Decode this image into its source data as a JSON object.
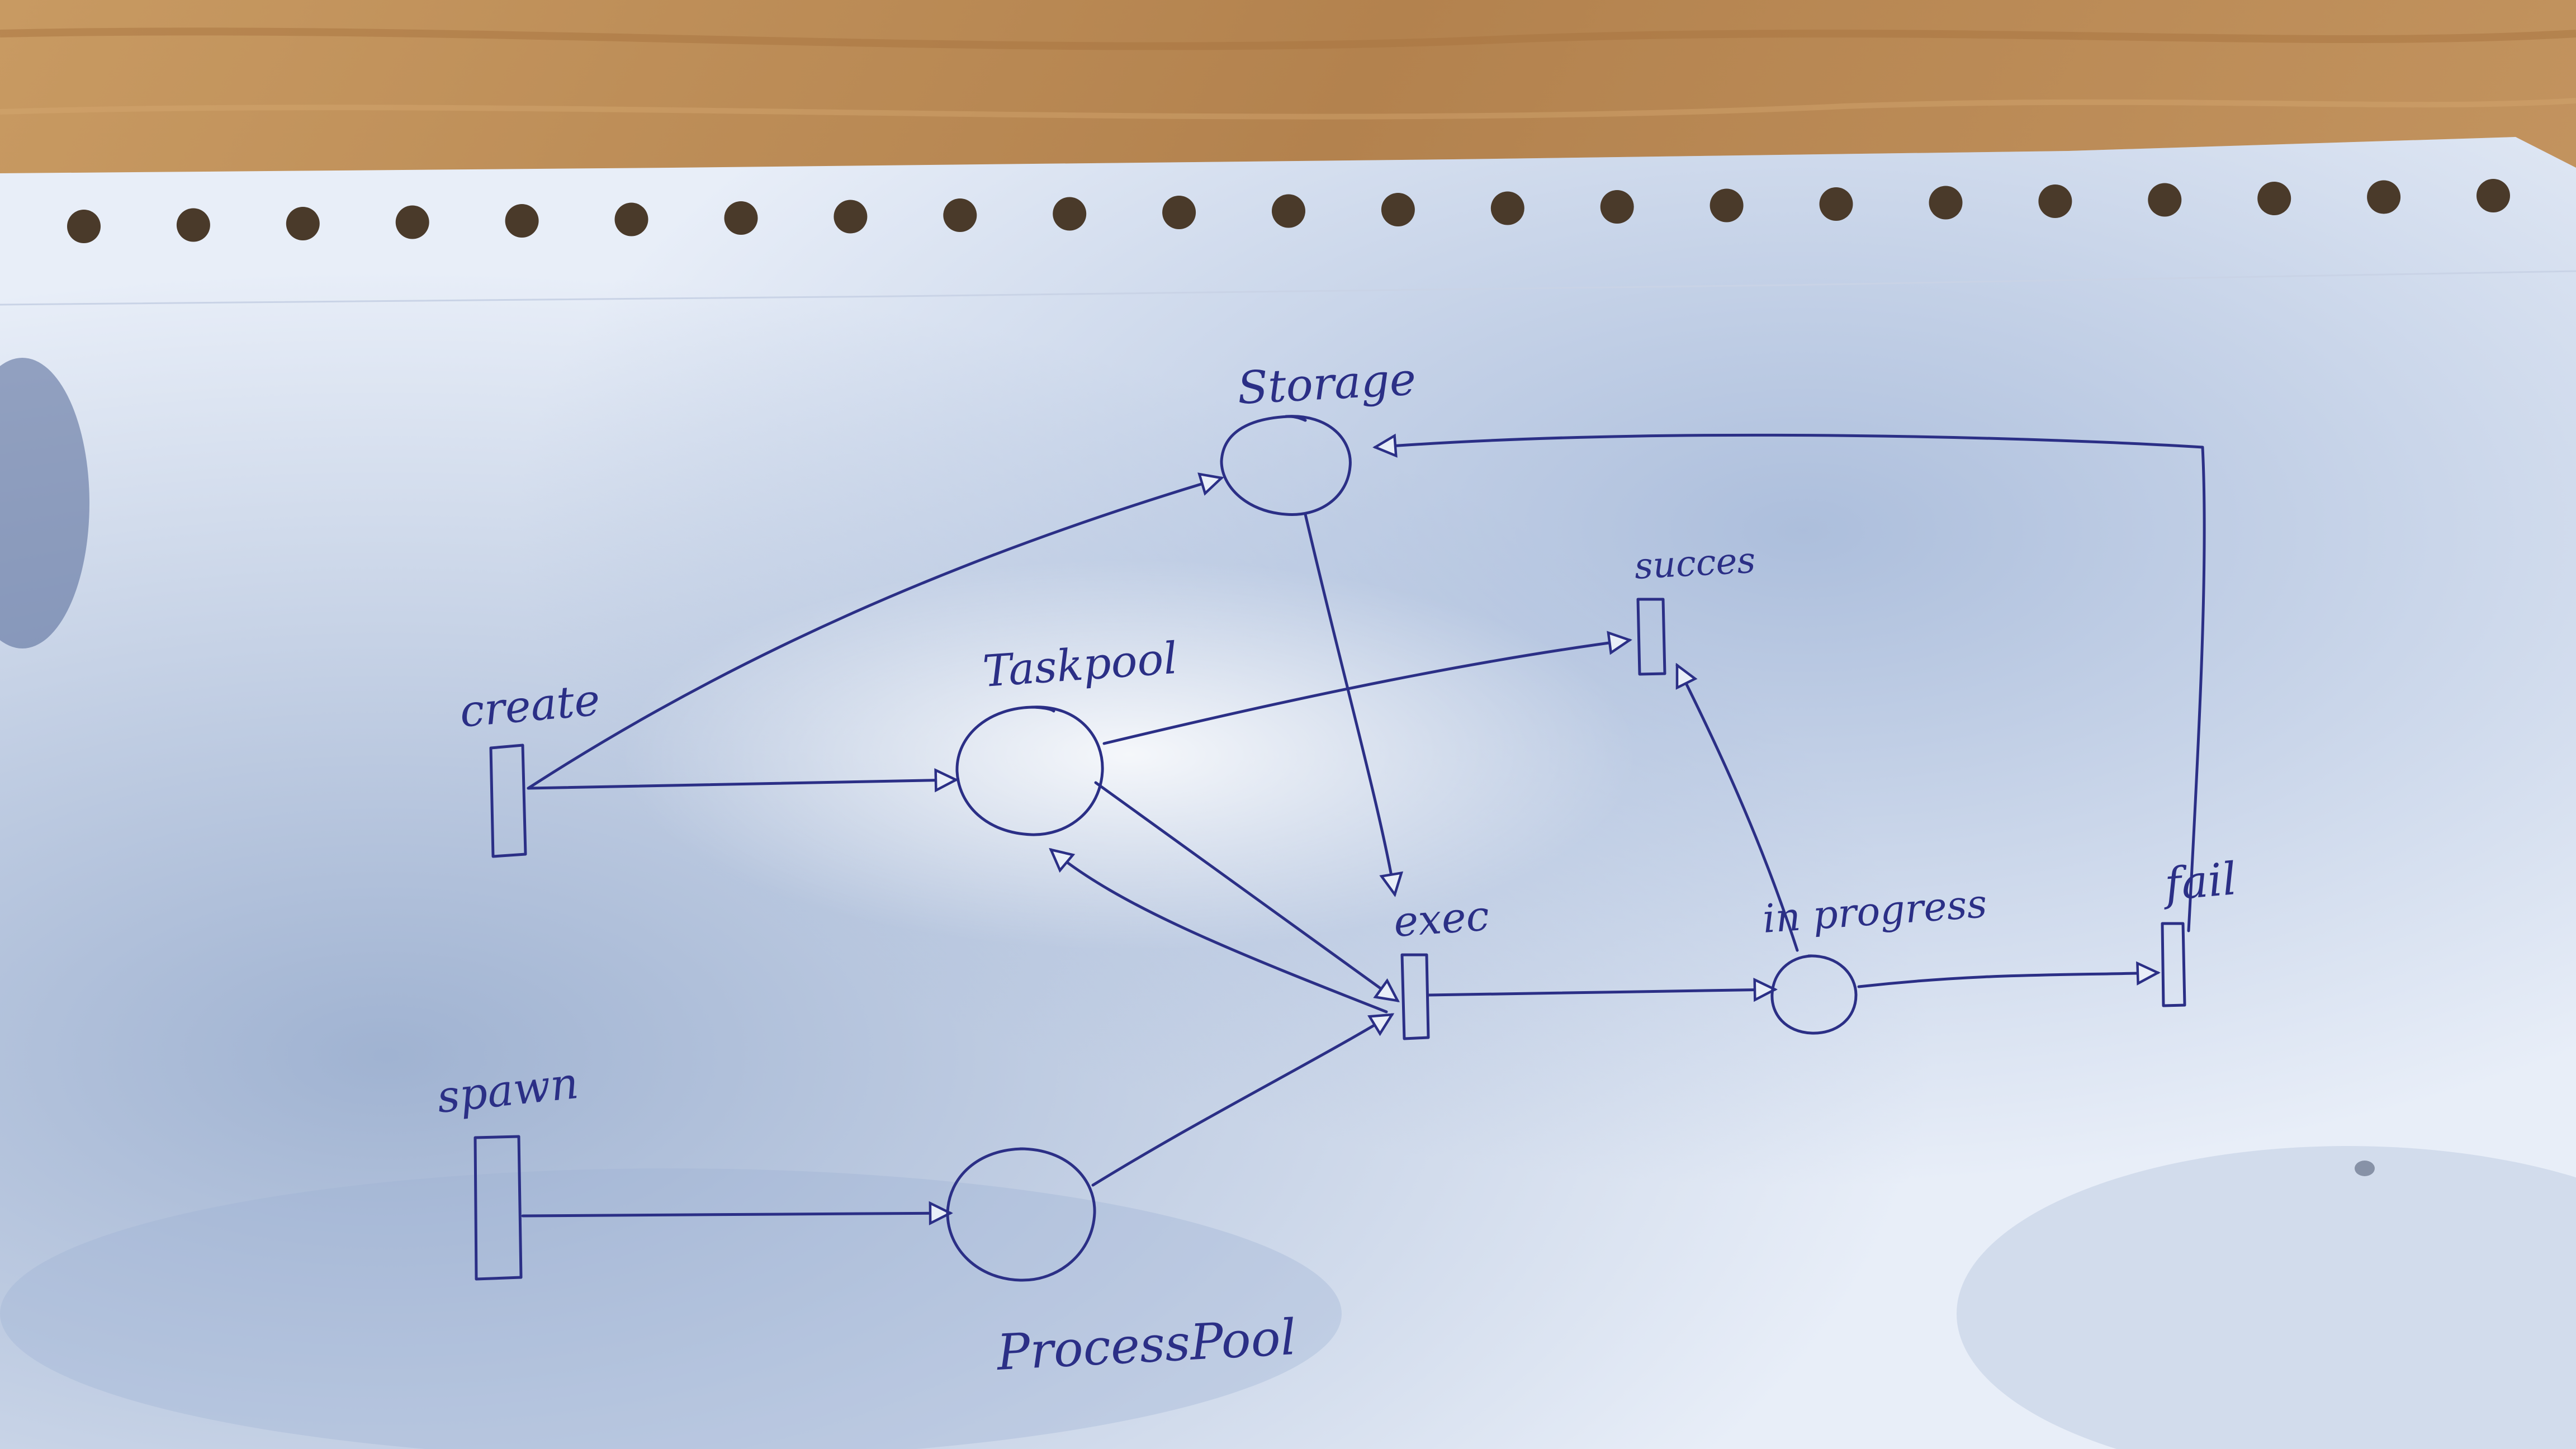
{
  "diagram": {
    "places": {
      "storage": "Storage",
      "taskpool": "Taskpool",
      "processpool": "ProcessPool",
      "in_progress": "in progress"
    },
    "transitions": {
      "create": "create",
      "spawn": "spawn",
      "exec": "exec",
      "success": "succes",
      "fail": "fail"
    }
  },
  "colors": {
    "ink": "#2b2f86",
    "paper": "#e8eef8",
    "table": "#b98a55"
  }
}
